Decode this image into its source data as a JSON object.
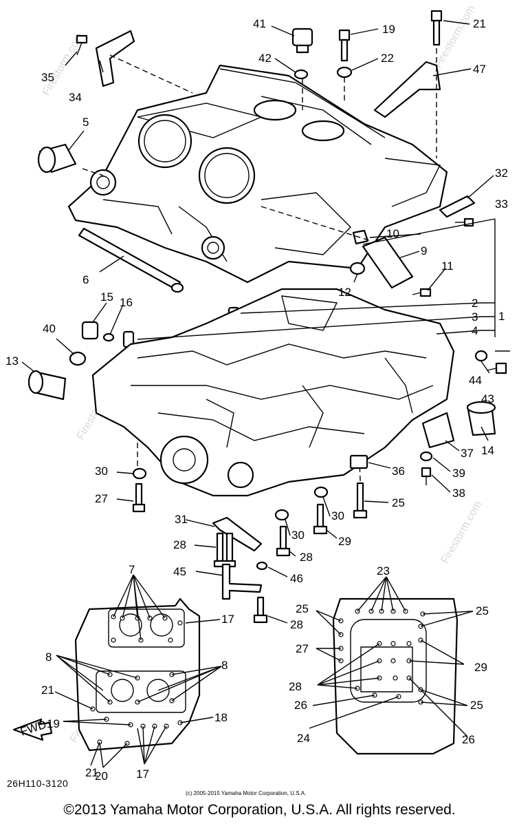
{
  "drawing_code": "26H110-3120",
  "small_copyright": "(c) 2005-2015 Yamaha Motor Corporation, U.S.A.",
  "copyright": "©2013 Yamaha Motor Corporation, U.S.A. All rights reserved.",
  "fwd_label": "FWD",
  "watermark": "Firestorm.com",
  "callouts": {
    "c1": "1",
    "c2": "2",
    "c3": "3",
    "c4": "4",
    "c5": "5",
    "c6": "6",
    "c7": "7",
    "c8a": "8",
    "c8b": "8",
    "c9": "9",
    "c10": "10",
    "c11": "11",
    "c12": "12",
    "c13": "13",
    "c14": "14",
    "c15": "15",
    "c16": "16",
    "c17a": "17",
    "c17b": "17",
    "c18": "18",
    "c19a": "19",
    "c19b": "19",
    "c20": "20",
    "c21a": "21",
    "c21b": "21",
    "c21c": "21",
    "c22": "22",
    "c23": "23",
    "c24": "24",
    "c25a": "25",
    "c25b": "25",
    "c25c": "25",
    "c25d": "25",
    "c26a": "26",
    "c26b": "26",
    "c27a": "27",
    "c27b": "27",
    "c28a": "28",
    "c28b": "28",
    "c28c": "28",
    "c28d": "28",
    "c29a": "29",
    "c29b": "29",
    "c30a": "30",
    "c30b": "30",
    "c30c": "30",
    "c31": "31",
    "c32": "32",
    "c33": "33",
    "c34": "34",
    "c35": "35",
    "c36": "36",
    "c37": "37",
    "c38": "38",
    "c39": "39",
    "c40": "40",
    "c41": "41",
    "c42": "42",
    "c43": "43",
    "c44": "44",
    "c45": "45",
    "c46": "46",
    "c47": "47"
  }
}
